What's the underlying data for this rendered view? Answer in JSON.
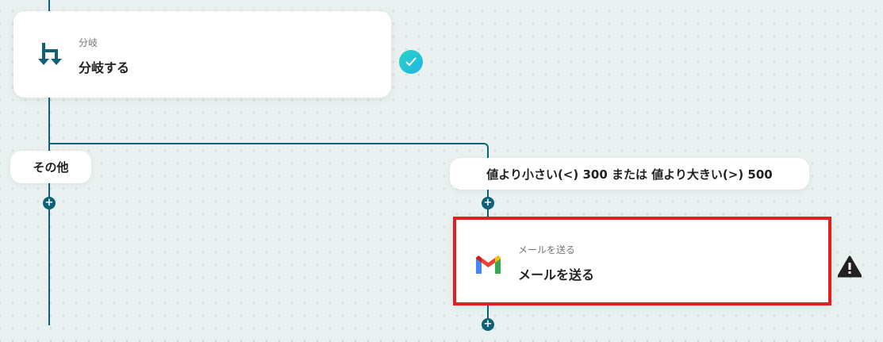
{
  "branch_card": {
    "subtitle": "分岐",
    "title": "分岐する",
    "status": "completed"
  },
  "branches": [
    {
      "label": "その他"
    },
    {
      "label": "値より小さい(<) 300 または 値より大きい(>) 500"
    }
  ],
  "mail_card": {
    "subtitle": "メールを送る",
    "title": "メールを送る",
    "status": "warning",
    "highlight_color": "#e02020"
  },
  "add_step_label": "+",
  "colors": {
    "connector": "#0e6178",
    "check": "#22c7d8",
    "highlight": "#e02020"
  }
}
